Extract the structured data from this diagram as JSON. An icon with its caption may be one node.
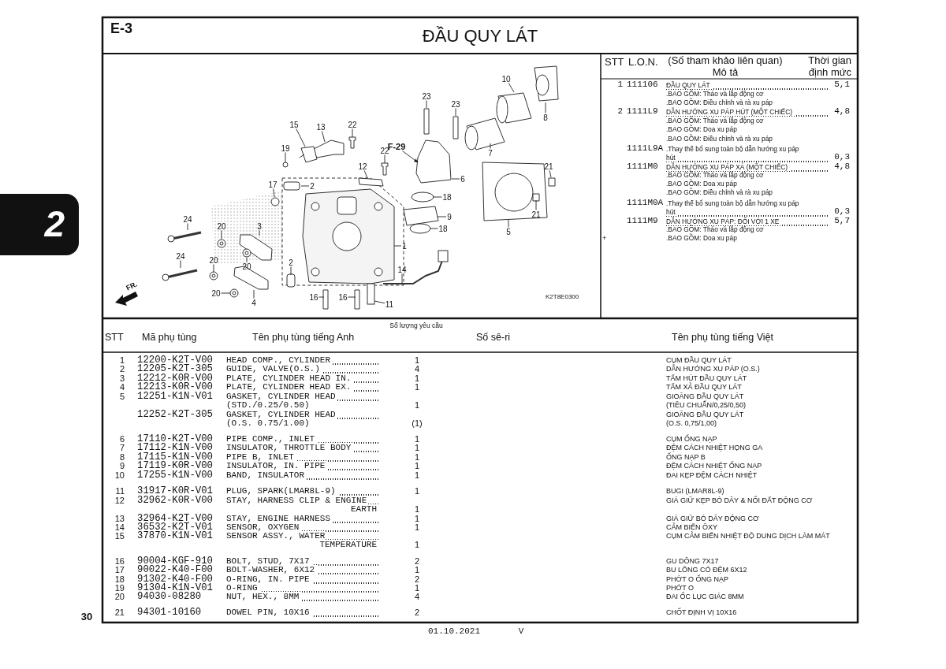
{
  "diagram": {
    "title": "ĐẦU QUY LÁT",
    "nodes": [
      {
        "text": [
          "2"
        ]
      },
      {
        "text": [
          "10"
        ]
      },
      {
        "text": [
          "23"
        ]
      },
      {
        "text": [
          "23"
        ]
      },
      {
        "text": [
          "8"
        ]
      },
      {
        "text": [
          "15"
        ]
      },
      {
        "text": [
          "13"
        ]
      },
      {
        "text": [
          "22"
        ]
      },
      {
        "text": [
          "19"
        ]
      },
      {
        "text": [
          "22"
        ]
      },
      {
        "text": [
          "F-29"
        ]
      },
      {
        "text": [
          "7"
        ]
      },
      {
        "text": [
          "21"
        ]
      },
      {
        "text": [
          "12"
        ]
      },
      {
        "text": [
          "17"
        ]
      },
      {
        "text": [
          "2"
        ]
      },
      {
        "text": [
          "6"
        ]
      },
      {
        "text": [
          "18"
        ]
      },
      {
        "text": [
          "21"
        ]
      },
      {
        "text": [
          "24"
        ]
      },
      {
        "text": [
          "20"
        ]
      },
      {
        "text": [
          "3"
        ]
      },
      {
        "text": [
          "9"
        ]
      },
      {
        "text": [
          "18"
        ]
      },
      {
        "text": [
          "5"
        ]
      },
      {
        "text": [
          "20"
        ]
      },
      {
        "text": [
          "1"
        ]
      },
      {
        "text": [
          "24"
        ]
      },
      {
        "text": [
          "20"
        ]
      },
      {
        "text": [
          "2"
        ]
      },
      {
        "text": [
          "14"
        ]
      },
      {
        "text": [
          "20"
        ]
      },
      {
        "text": [
          "4"
        ]
      },
      {
        "text": [
          "16"
        ]
      },
      {
        "text": [
          "16"
        ]
      },
      {
        "text": [
          "11"
        ]
      },
      {
        "text": [],
        "shape": "picture"
      },
      {
        "text": [],
        "shape": "picture"
      }
    ],
    "edges": [
      {
        "from": 1,
        "to": null,
        "arrow": "none"
      },
      {
        "from": 2,
        "to": null,
        "arrow": "none"
      },
      {
        "from": 3,
        "to": null,
        "arrow": "none"
      },
      {
        "from": 4,
        "to": null,
        "arrow": "none"
      },
      {
        "from": 5,
        "to": 36,
        "arrow": "none"
      },
      {
        "from": 6,
        "to": null,
        "arrow": "none"
      },
      {
        "from": 7,
        "to": null,
        "arrow": "none"
      },
      {
        "from": 8,
        "to": null,
        "arrow": "none"
      },
      {
        "from": 9,
        "to": null,
        "arrow": "none"
      },
      {
        "from": 10,
        "to": null,
        "arrow": "to"
      },
      {
        "from": 11,
        "to": null,
        "arrow": "none"
      },
      {
        "from": 12,
        "to": null,
        "arrow": "none"
      },
      {
        "from": 13,
        "to": null,
        "arrow": "none"
      },
      {
        "from": 14,
        "to": null,
        "arrow": "none"
      },
      {
        "from": 15,
        "to": null,
        "arrow": "none"
      },
      {
        "from": 16,
        "to": null,
        "arrow": "none"
      },
      {
        "from": 17,
        "to": null,
        "arrow": "none"
      },
      {
        "from": 18,
        "to": null,
        "arrow": "none"
      },
      {
        "from": 19,
        "to": null,
        "arrow": "none"
      },
      {
        "from": 20,
        "to": null,
        "arrow": "none"
      },
      {
        "from": 21,
        "to": null,
        "arrow": "none"
      },
      {
        "from": 22,
        "to": null,
        "arrow": "none"
      },
      {
        "from": 23,
        "to": 37,
        "arrow": "none"
      },
      {
        "from": 24,
        "to": null,
        "arrow": "none"
      },
      {
        "from": 25,
        "to": null,
        "arrow": "none"
      },
      {
        "from": 26,
        "to": null,
        "arrow": "none"
      },
      {
        "from": 27,
        "to": null,
        "arrow": "none"
      },
      {
        "from": 28,
        "to": null,
        "arrow": "none"
      },
      {
        "from": 29,
        "to": null,
        "arrow": "none"
      },
      {
        "from": 30,
        "to": null,
        "arrow": "none"
      },
      {
        "from": 31,
        "to": null,
        "arrow": "none"
      },
      {
        "from": 32,
        "to": null,
        "arrow": "none"
      },
      {
        "from": 33,
        "to": null,
        "arrow": "none"
      },
      {
        "from": 34,
        "to": null,
        "arrow": "none"
      },
      {
        "from": 35,
        "to": null,
        "arrow": "none"
      }
    ],
    "labels": [
      "E-3",
      "FR.",
      "K2T8E0300",
      "STT",
      "L.O.N.",
      "(Số tham khảo liên quan) Mô tả",
      "Thời gian định mức",
      "1",
      "111106",
      "ĐẦU QUY LÁT",
      "5,1",
      ".BAO GỒM: Tháo và lắp động cơ",
      ".BAO GỒM: Điều chỉnh và rà xu páp",
      "2",
      "1111L9",
      "DẪN HƯỚNG XU PÁP HÚT (MỘT CHIẾC)",
      "4,8",
      ".BAO GỒM: Tháo và lắp động cơ",
      ".BAO GỒM: Doa xu páp",
      ".BAO GỒM: Điều chỉnh và rà xu páp",
      "1111L9A",
      ".Thay thế bổ sung toàn bộ dẫn hướng xu páp hút",
      "0,3",
      "1111M0",
      "DẪN HƯỚNG XU PÁP XẢ (MỘT CHIẾC)",
      "4,8",
      ".BAO GỒM: Tháo và lắp động cơ",
      ".BAO GỒM: Doa xu páp",
      ".BAO GỒM: Điều chỉnh và rà xu páp",
      "1111M0A",
      ".Thay thế bổ sung toàn bộ dẫn hướng xu páp hút",
      "0,3",
      "1111M9",
      "DẪN HƯỚNG XU PÁP: ĐỐI VỚI 1 XE",
      "5,7",
      ".BAO GỒM: Tháo và lắp động cơ",
      ".BAO GỒM: Doa xu páp",
      "+",
      "STT",
      "Mã phụ tùng",
      "Tên phụ tùng tiếng Anh",
      "Số lượng yêu cầu",
      "Số sê-ri",
      "Tên phụ tùng tiếng Việt",
      "1",
      "12200-K2T-V00",
      "HEAD COMP., CYLINDER",
      "1",
      "CỤM ĐẦU QUY LÁT",
      "2",
      "12205-K2T-305",
      "GUIDE, VALVE(O.S.)",
      "4",
      "DẪN HƯỚNG XU PÁP (O.S.)",
      "3",
      "12212-K0R-V00",
      "PLATE, CYLINDER HEAD IN.",
      "1",
      "TẤM HÚT ĐẦU QUY LÁT",
      "4",
      "12213-K0R-V00",
      "PLATE, CYLINDER HEAD EX.",
      "1",
      "TẤM XẢ ĐẦU QUY LÁT",
      "5",
      "12251-K1N-V01",
      "GASKET, CYLINDER HEAD (STD./0.25/0.50)",
      "1",
      "GIOĂNG ĐẦU QUY LÁT (TIÊU CHUẨN/0,25/0,50)",
      "12252-K2T-305",
      "GASKET, CYLINDER HEAD (O.S. 0.75/1.00)",
      "(1)",
      "GIOĂNG ĐẦU QUY LÁT (O.S. 0,75/1,00)",
      "6",
      "17110-K2T-V00",
      "PIPE COMP., INLET",
      "1",
      "CỤM ỐNG NẠP",
      "7",
      "17112-K1N-V00",
      "INSULATOR, THROTTLE BODY",
      "1",
      "ĐỆM CÁCH NHIỆT HỌNG GA",
      "8",
      "17115-K1N-V00",
      "PIPE B, INLET",
      "1",
      "ỐNG NẠP B",
      "9",
      "17119-K0R-V00",
      "INSULATOR, IN. PIPE",
      "1",
      "ĐỆM CÁCH NHIỆT ỐNG NẠP",
      "10",
      "17255-K1N-V00",
      "BAND, INSULATOR",
      "1",
      "ĐAI KẸP ĐỆM CÁCH NHIỆT",
      "11",
      "31917-K0R-V01",
      "PLUG, SPARK(LMAR8L-9)",
      "1",
      "BUGI (LMAR8L-9)",
      "12",
      "32962-K0R-V00",
      "STAY, HARNESS CLIP & ENGINE EARTH",
      "1",
      "GIÁ GIỮ KẸP BÓ DÂY & NỐI ĐẤT ĐỘNG CƠ",
      "13",
      "32964-K2T-V00",
      "STAY, ENGINE HARNESS",
      "1",
      "GIÁ GIỮ BÓ DÂY ĐỘNG CƠ",
      "14",
      "36532-K2T-V01",
      "SENSOR, OXYGEN",
      "1",
      "CẢM BIẾN ÔXY",
      "15",
      "37870-K1N-V01",
      "SENSOR ASSY., WATER TEMPERATURE",
      "1",
      "CỤM CẢM BIẾN NHIỆT ĐỘ DUNG DỊCH LÀM MÁT",
      "16",
      "90004-KGF-910",
      "BOLT, STUD, 7X17",
      "2",
      "GU DÔNG 7X17",
      "17",
      "90022-K40-F00",
      "BOLT-WASHER, 6X12",
      "1",
      "BU LÔNG CÓ ĐỆM 6X12",
      "18",
      "91302-K40-F00",
      "O-RING, IN. PIPE",
      "2",
      "PHỚT O ỐNG NẠP",
      "19",
      "91304-K1N-V01",
      "O-RING",
      "1",
      "PHỚT O",
      "20",
      "94030-08280",
      "NUT, HEX., 8MM",
      "4",
      "ĐAI ỐC LỤC GIÁC 8MM",
      "21",
      "94301-10160",
      "DOWEL PIN, 10X16",
      "2",
      "CHỐT ĐỊNH VỊ 10X16",
      "30",
      "01.10.2021",
      "V"
    ]
  }
}
